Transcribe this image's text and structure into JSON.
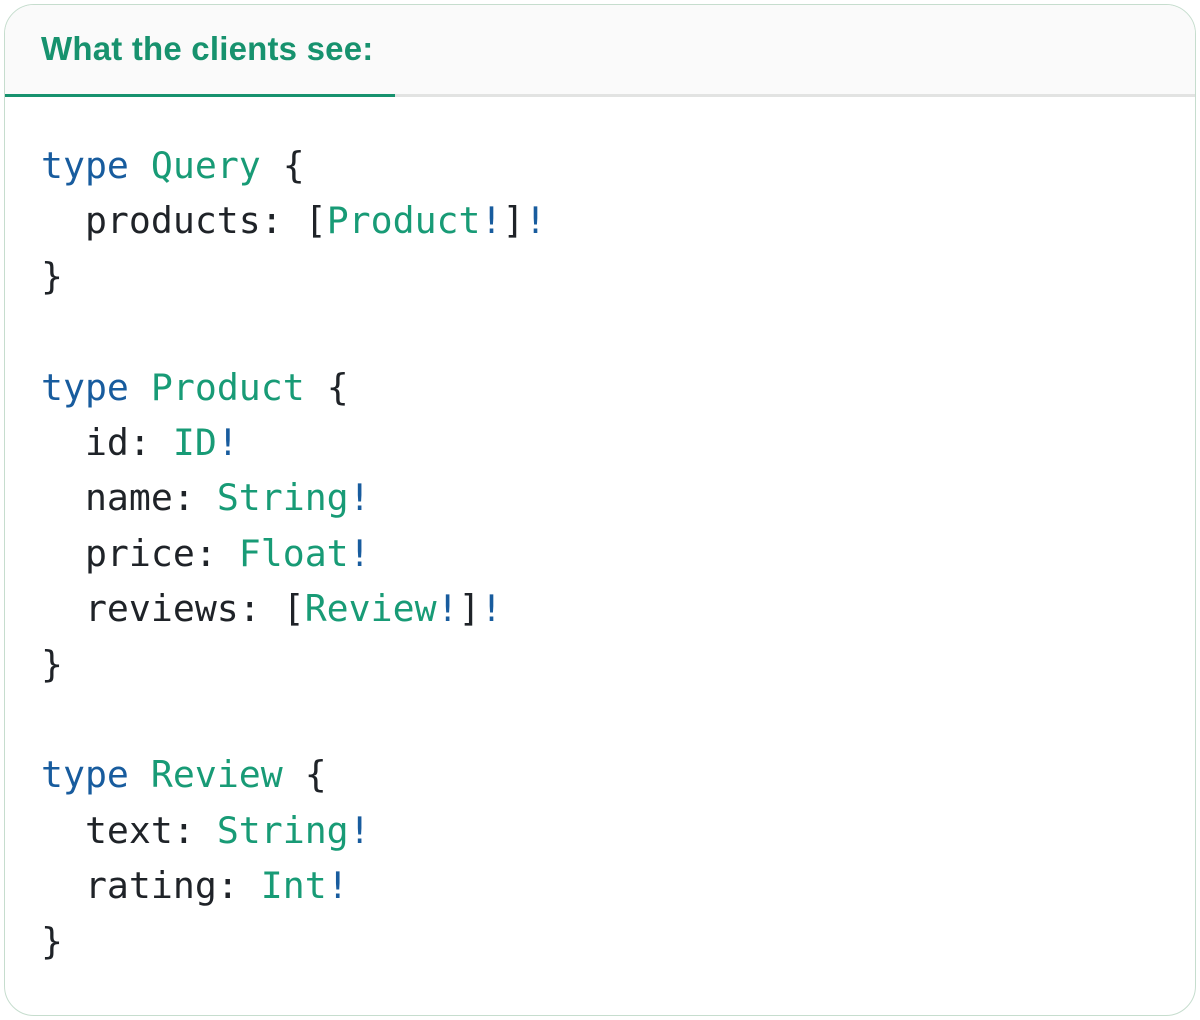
{
  "panel": {
    "tab_label": "What the clients see:"
  },
  "colors": {
    "tab_text": "#17926e",
    "tab_underline": "#17926e",
    "underline_rest": "#e2e3e2",
    "header_bg": "#fafafa",
    "card_border": "#c6ddce",
    "code_keyword": "#185c9e",
    "code_type": "#189b76",
    "code_bang": "#185c9e",
    "code_plain": "#1f2328",
    "page_bg": "#ffffff"
  },
  "code": {
    "language": "graphql",
    "lines": [
      [
        {
          "text": "type",
          "style": "keyword"
        },
        {
          "text": " ",
          "style": "plain"
        },
        {
          "text": "Query",
          "style": "type"
        },
        {
          "text": " {",
          "style": "plain"
        }
      ],
      [
        {
          "text": "  products: [",
          "style": "plain"
        },
        {
          "text": "Product",
          "style": "type"
        },
        {
          "text": "!",
          "style": "bang"
        },
        {
          "text": "]",
          "style": "plain"
        },
        {
          "text": "!",
          "style": "bang"
        }
      ],
      [
        {
          "text": "}",
          "style": "plain"
        }
      ],
      [],
      [
        {
          "text": "type",
          "style": "keyword"
        },
        {
          "text": " ",
          "style": "plain"
        },
        {
          "text": "Product",
          "style": "type"
        },
        {
          "text": " {",
          "style": "plain"
        }
      ],
      [
        {
          "text": "  id: ",
          "style": "plain"
        },
        {
          "text": "ID",
          "style": "type"
        },
        {
          "text": "!",
          "style": "bang"
        }
      ],
      [
        {
          "text": "  name: ",
          "style": "plain"
        },
        {
          "text": "String",
          "style": "type"
        },
        {
          "text": "!",
          "style": "bang"
        }
      ],
      [
        {
          "text": "  price: ",
          "style": "plain"
        },
        {
          "text": "Float",
          "style": "type"
        },
        {
          "text": "!",
          "style": "bang"
        }
      ],
      [
        {
          "text": "  reviews: [",
          "style": "plain"
        },
        {
          "text": "Review",
          "style": "type"
        },
        {
          "text": "!",
          "style": "bang"
        },
        {
          "text": "]",
          "style": "plain"
        },
        {
          "text": "!",
          "style": "bang"
        }
      ],
      [
        {
          "text": "}",
          "style": "plain"
        }
      ],
      [],
      [
        {
          "text": "type",
          "style": "keyword"
        },
        {
          "text": " ",
          "style": "plain"
        },
        {
          "text": "Review",
          "style": "type"
        },
        {
          "text": " {",
          "style": "plain"
        }
      ],
      [
        {
          "text": "  text: ",
          "style": "plain"
        },
        {
          "text": "String",
          "style": "type"
        },
        {
          "text": "!",
          "style": "bang"
        }
      ],
      [
        {
          "text": "  rating: ",
          "style": "plain"
        },
        {
          "text": "Int",
          "style": "type"
        },
        {
          "text": "!",
          "style": "bang"
        }
      ],
      [
        {
          "text": "}",
          "style": "plain"
        }
      ]
    ]
  }
}
